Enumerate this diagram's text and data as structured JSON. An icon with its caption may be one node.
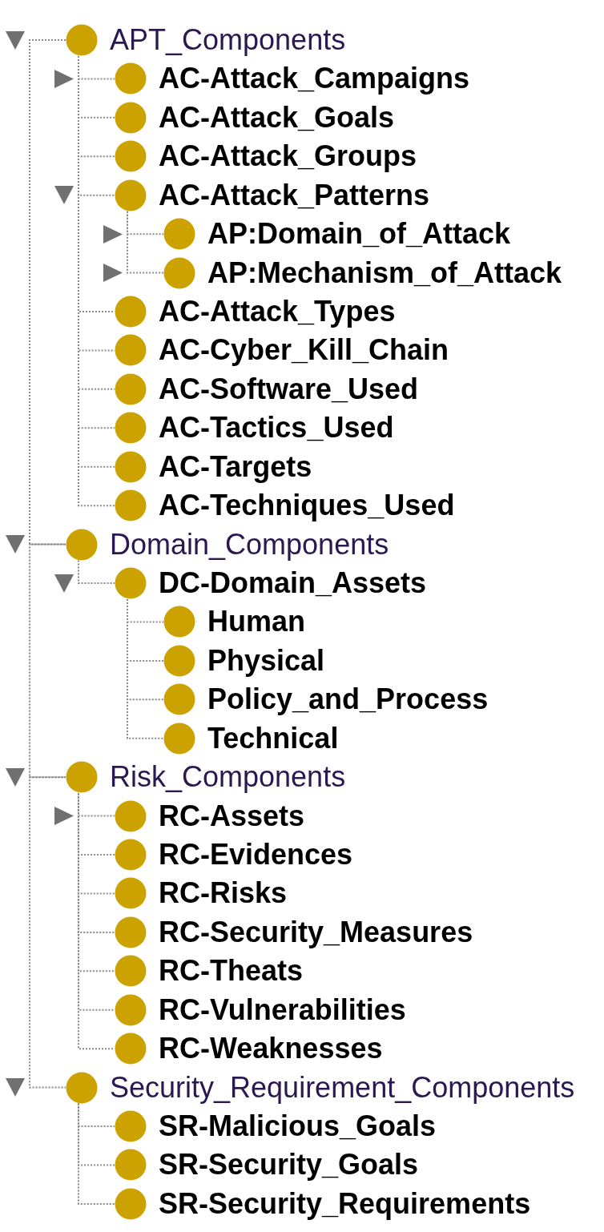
{
  "diagram": {
    "nodes": [
      {
        "text": [
          "APT_Components"
        ]
      },
      {
        "text": [
          "AC-Attack_Campaigns"
        ]
      },
      {
        "text": [
          "AC-Attack_Goals"
        ]
      },
      {
        "text": [
          "AC-Attack_Groups"
        ]
      },
      {
        "text": [
          "AC-Attack_Patterns"
        ]
      },
      {
        "text": [
          "AP:Domain_of_Attack"
        ]
      },
      {
        "text": [
          "AP:Mechanism_of_Attack"
        ]
      },
      {
        "text": [
          "AC-Attack_Types"
        ]
      },
      {
        "text": [
          "AC-Cyber_Kill_Chain"
        ]
      },
      {
        "text": [
          "AC-Software_Used"
        ]
      },
      {
        "text": [
          "AC-Tactics_Used"
        ]
      },
      {
        "text": [
          "AC-Targets"
        ]
      },
      {
        "text": [
          "AC-Techniques_Used"
        ]
      },
      {
        "text": [
          "Domain_Components"
        ]
      },
      {
        "text": [
          "DC-Domain_Assets"
        ]
      },
      {
        "text": [
          "Human"
        ]
      },
      {
        "text": [
          "Physical"
        ]
      },
      {
        "text": [
          "Policy_and_Process"
        ]
      },
      {
        "text": [
          "Technical"
        ]
      },
      {
        "text": [
          "Risk_Components"
        ]
      },
      {
        "text": [
          "RC-Assets"
        ]
      },
      {
        "text": [
          "RC-Evidences"
        ]
      },
      {
        "text": [
          "RC-Risks"
        ]
      },
      {
        "text": [
          "RC-Security_Measures"
        ]
      },
      {
        "text": [
          "RC-Theats"
        ]
      },
      {
        "text": [
          "RC-Vulnerabilities"
        ]
      },
      {
        "text": [
          "RC-Weaknesses"
        ]
      },
      {
        "text": [
          "Security_Requirement_Components"
        ]
      },
      {
        "text": [
          "SR-Malicious_Goals"
        ]
      },
      {
        "text": [
          "SR-Security_Goals"
        ]
      },
      {
        "text": [
          "SR-Security_Requirements"
        ]
      }
    ],
    "edges": [
      {
        "from": 0,
        "to": 1,
        "arrow": "none"
      },
      {
        "from": 0,
        "to": 2,
        "arrow": "none"
      },
      {
        "from": 0,
        "to": 3,
        "arrow": "none"
      },
      {
        "from": 0,
        "to": 4,
        "arrow": "none"
      },
      {
        "from": 4,
        "to": 5,
        "arrow": "none"
      },
      {
        "from": 4,
        "to": 6,
        "arrow": "none"
      },
      {
        "from": 0,
        "to": 7,
        "arrow": "none"
      },
      {
        "from": 0,
        "to": 8,
        "arrow": "none"
      },
      {
        "from": 0,
        "to": 9,
        "arrow": "none"
      },
      {
        "from": 0,
        "to": 10,
        "arrow": "none"
      },
      {
        "from": 0,
        "to": 11,
        "arrow": "none"
      },
      {
        "from": 0,
        "to": 12,
        "arrow": "none"
      },
      {
        "from": 0,
        "to": 13,
        "arrow": "none"
      },
      {
        "from": 13,
        "to": 14,
        "arrow": "none"
      },
      {
        "from": 14,
        "to": 15,
        "arrow": "none"
      },
      {
        "from": 14,
        "to": 16,
        "arrow": "none"
      },
      {
        "from": 14,
        "to": 17,
        "arrow": "none"
      },
      {
        "from": 14,
        "to": 18,
        "arrow": "none"
      },
      {
        "from": 13,
        "to": 19,
        "arrow": "none"
      },
      {
        "from": 19,
        "to": 20,
        "arrow": "none"
      },
      {
        "from": 19,
        "to": 21,
        "arrow": "none"
      },
      {
        "from": 19,
        "to": 22,
        "arrow": "none"
      },
      {
        "from": 19,
        "to": 23,
        "arrow": "none"
      },
      {
        "from": 19,
        "to": 24,
        "arrow": "none"
      },
      {
        "from": 19,
        "to": 25,
        "arrow": "none"
      },
      {
        "from": 19,
        "to": 26,
        "arrow": "none"
      },
      {
        "from": 19,
        "to": 27,
        "arrow": "none"
      },
      {
        "from": 27,
        "to": 28,
        "arrow": "none"
      },
      {
        "from": 27,
        "to": 29,
        "arrow": "none"
      },
      {
        "from": 27,
        "to": 30,
        "arrow": "none"
      }
    ]
  }
}
